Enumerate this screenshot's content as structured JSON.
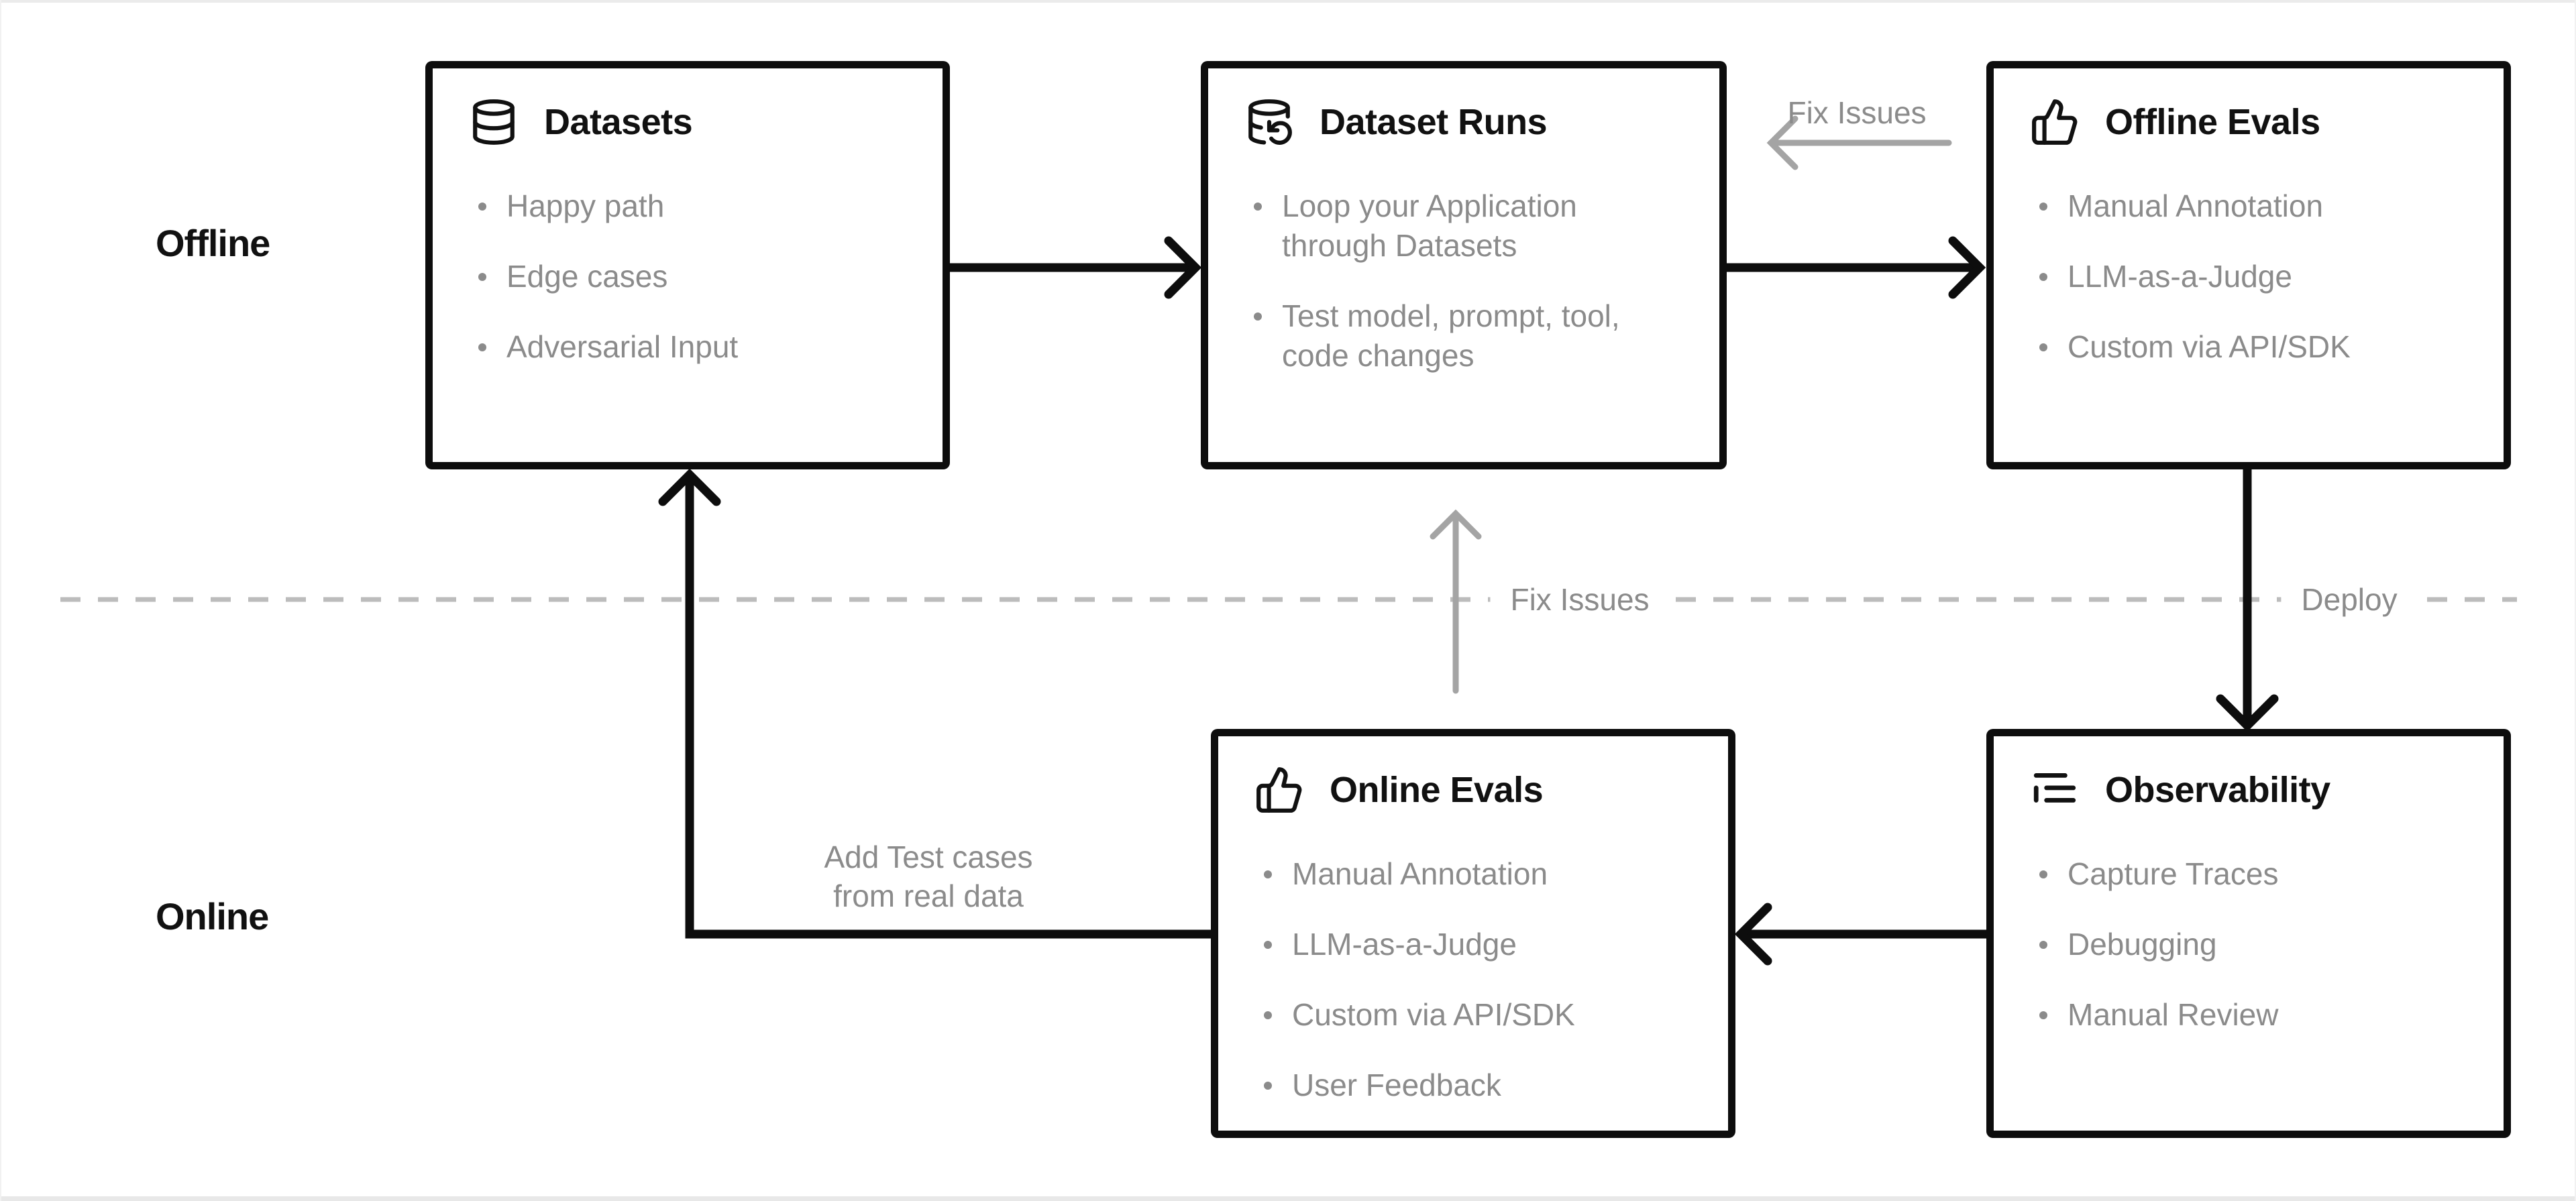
{
  "diagram": {
    "lanes": {
      "offline": "Offline",
      "online": "Online"
    },
    "boxes": {
      "datasets": {
        "title": "Datasets",
        "icon": "database-icon",
        "items": [
          "Happy path",
          "Edge cases",
          "Adversarial Input"
        ]
      },
      "dataset_runs": {
        "title": "Dataset Runs",
        "icon": "database-run-icon",
        "items": [
          "Loop your Application through Datasets",
          "Test model, prompt, tool, code changes"
        ]
      },
      "offline_evals": {
        "title": "Offline Evals",
        "icon": "thumbs-up-icon",
        "items": [
          "Manual Annotation",
          "LLM-as-a-Judge",
          "Custom via API/SDK"
        ]
      },
      "online_evals": {
        "title": "Online Evals",
        "icon": "thumbs-up-icon",
        "items": [
          "Manual Annotation",
          "LLM-as-a-Judge",
          "Custom via API/SDK",
          "User Feedback"
        ]
      },
      "observability": {
        "title": "Observability",
        "icon": "trace-list-icon",
        "items": [
          "Capture Traces",
          "Debugging",
          "Manual Review"
        ]
      }
    },
    "edge_labels": {
      "fix_issues_top": "Fix Issues",
      "fix_issues_mid": "Fix Issues",
      "deploy": "Deploy",
      "add_test_cases_line1": "Add Test cases",
      "add_test_cases_line2": "from real data"
    },
    "colors": {
      "box_border": "#0d0d0d",
      "title_text": "#111111",
      "bullet_text": "#8b8b8b",
      "gray_label": "#8b8b8b",
      "gray_arrow": "#a4a4a4",
      "dashed_line": "#bcbcbc",
      "black_arrow": "#0d0d0d",
      "background": "#ffffff"
    }
  }
}
